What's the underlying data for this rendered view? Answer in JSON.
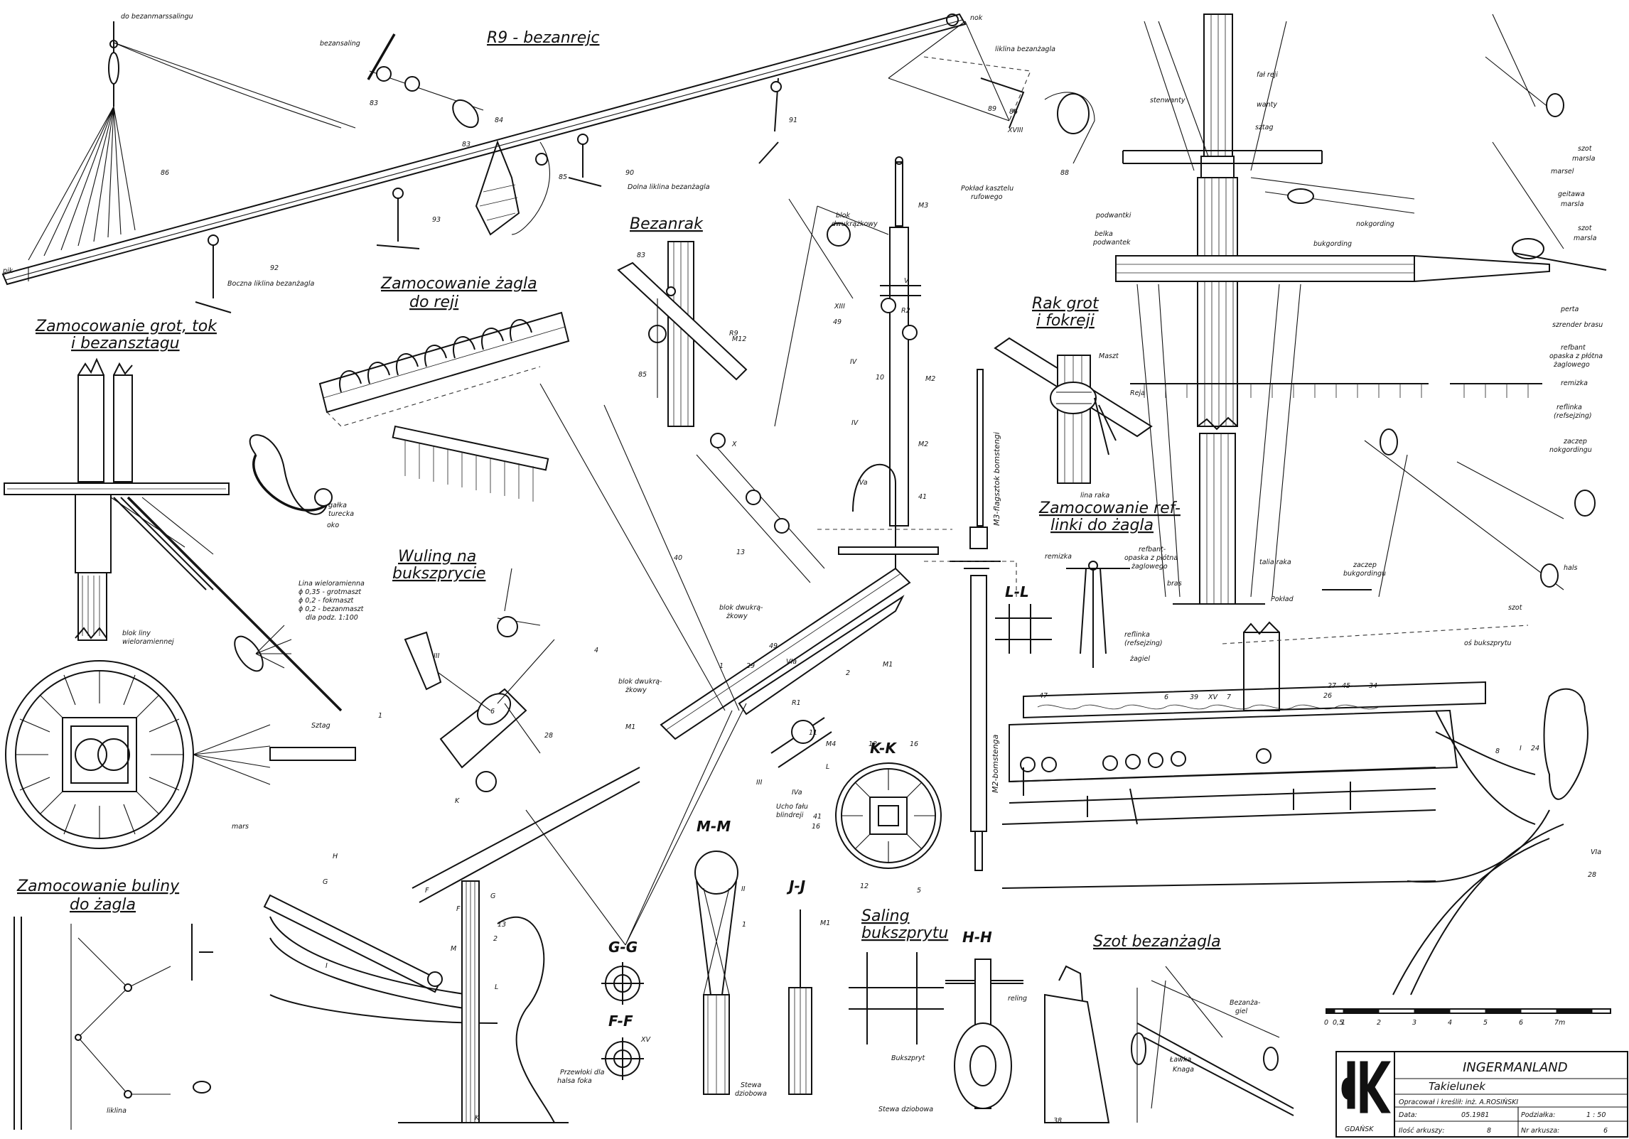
{
  "titles": {
    "r9": "R9 - bezanrejc",
    "grot": "Zamocowanie grot, tok",
    "grot2": "i bezansztagu",
    "zagla": "Zamocowanie żagla",
    "zagla2": "do reji",
    "bezanrak": "Bezanrak",
    "rak": "Rak grot",
    "rak2": "i fokreji",
    "reflinki": "Zamocowanie ref-",
    "reflinki2": "linki do żagla",
    "wuling": "Wuling na",
    "wuling2": "bukszprycie",
    "buliny": "Zamocowanie buliny",
    "buliny2": "do żagla",
    "saling": "Saling",
    "saling2": "bukszprytu",
    "szot": "Szot bezanżagla"
  },
  "sections": {
    "kk": "K-K",
    "ll": "L-L",
    "mm": "M-M",
    "jj": "J-J",
    "gg": "G-G",
    "ff": "F-F",
    "hh": "H-H"
  },
  "labels": {
    "do_bezanmarssalingu": "do bezanmarssalingu",
    "bezansaling": "bezansaling",
    "nok": "nok",
    "pik": "pik",
    "liklina_bezanzagla": "liklina bezanżagla",
    "dolna_liklina": "Dolna liklina bezanżagla",
    "boczna_liklina": "Boczna liklina bezanżagla",
    "poklad": "Pokład kasztelu",
    "poklad2": "rufowego",
    "stenwanty": "stenwanty",
    "fal_reji": "fał reji",
    "wanty": "wanty",
    "sztag": "sztag",
    "podwantki": "podwantki",
    "belka": "belka",
    "belka2": "podwantek",
    "bukgording": "bukgording",
    "nokgording": "nokgording",
    "szot_marsla": "szot",
    "szot_marsla2": "marsla",
    "marsel": "marsel",
    "geitawa": "geitawa",
    "geitawa2": "marsla",
    "szot_marsla3": "szot",
    "szot_marsla4": "marsla",
    "perta": "perta",
    "szrender": "szrender brasu",
    "refbant": "refbant",
    "refbant2": "opaska z płótna",
    "refbant3": "żaglowego",
    "remizka": "remizka",
    "reflinka": "reflinka",
    "reflinka2": "(refsejzing)",
    "zaczep": "zaczep",
    "zaczep2": "nokgordingu",
    "hals": "hals",
    "szot": "szot",
    "bras": "bras",
    "talia_raka": "talia raka",
    "poklad_main": "Pokład",
    "zaczep_bukgordingu": "zaczep",
    "zaczep_bukgordingu2": "bukgordingu",
    "maszt": "Maszt",
    "reja": "Reja",
    "lina_raka": "lina raka",
    "remizka2": "remizka",
    "refbant_b": "refbant-",
    "refbant_b2": "opaska z płótna",
    "refbant_b3": "żaglowego",
    "reflinka_b": "reflinka",
    "reflinka_b2": "(refsejzing)",
    "zagiel": "żagiel",
    "m3_flag": "M3-flagsztok bomstengi",
    "m2_bom": "M2-bomstenga",
    "blok_dwukr": "blok",
    "blok_dwukr2": "dwukrążkowy",
    "blok_dwukr3": "blok dwukrą-",
    "blok_dwukr4": "żkowy",
    "blok_dwukr5": "blok dwukrą-",
    "blok_dwukr6": "żkowy",
    "ucho": "Ucho fału",
    "ucho2": "blindreji",
    "gałka": "gałka",
    "gałka2": "turecka",
    "oko": "oko",
    "lina_wielo": "Lina wieloramienna",
    "lina_wielo2": "ϕ 0,35 - grotmaszt",
    "lina_wielo3": "ϕ 0,2 - fokmaszt",
    "lina_wielo4": "ϕ 0,2 - bezanmaszt",
    "lina_wielo5": "dla podz. 1:100",
    "blok_liny": "blok liny",
    "blok_liny2": "wieloramiennej",
    "sztag2": "Sztag",
    "mars": "mars",
    "liklina": "liklina",
    "stewa": "Stewa",
    "stewa2": "dziobowa",
    "przewloki": "Przewłoki dla",
    "przewloki2": "halsa foka",
    "bukszpryt": "Bukszpryt",
    "stewa_dz": "Stewa dziobowa",
    "reling": "reling",
    "bezanzagiel": "Bezanżа-",
    "bezanzagiel2": "giel",
    "lawka": "Ławka",
    "knaga": "Knaga",
    "os_bukszprytu": "oś bukszprytu"
  },
  "numbers": [
    "86",
    "83",
    "84",
    "83",
    "85",
    "90",
    "91",
    "93",
    "92",
    "86",
    "89",
    "88",
    "XVIII",
    "83",
    "R9",
    "85",
    "M12",
    "49",
    "XIII",
    "IV",
    "M3",
    "V",
    "R2",
    "M2",
    "10",
    "IV",
    "M2",
    "IVa",
    "41",
    "X",
    "13",
    "40",
    "4",
    "28",
    "1",
    "M1",
    "VIa",
    "2",
    "49",
    "29",
    "R1",
    "III",
    "IVa",
    "11",
    "41",
    "16",
    "12",
    "16",
    "12",
    "5",
    "M1",
    "II",
    "1",
    "M1",
    "XV",
    "H",
    "G",
    "F",
    "G",
    "F",
    "13",
    "2",
    "I",
    "M",
    "L",
    "K",
    "K",
    "L",
    "M4",
    "38",
    "27",
    "26",
    "34",
    "45",
    "47",
    "6",
    "39",
    "XV",
    "7",
    "8",
    "I",
    "24",
    "VIa",
    "28",
    "III",
    "1",
    "6"
  ],
  "scale": {
    "ticks": [
      "0",
      "0,5",
      "1",
      "2",
      "3",
      "4",
      "5",
      "6",
      "7m"
    ]
  },
  "titleblock": {
    "logo": "GDAŃSK",
    "ship": "INGERMANLAND",
    "subject": "Takielunek",
    "author": "Opracował i kreślił: inż. A.ROSIŃSKI",
    "date_label": "Data:",
    "date": "05.1981",
    "scale_label": "Podziałka:",
    "scale": "1 : 50",
    "sheets_label": "Ilość arkuszy:",
    "sheets": "8",
    "sheetno_label": "Nr arkusza:",
    "sheetno": "6"
  }
}
